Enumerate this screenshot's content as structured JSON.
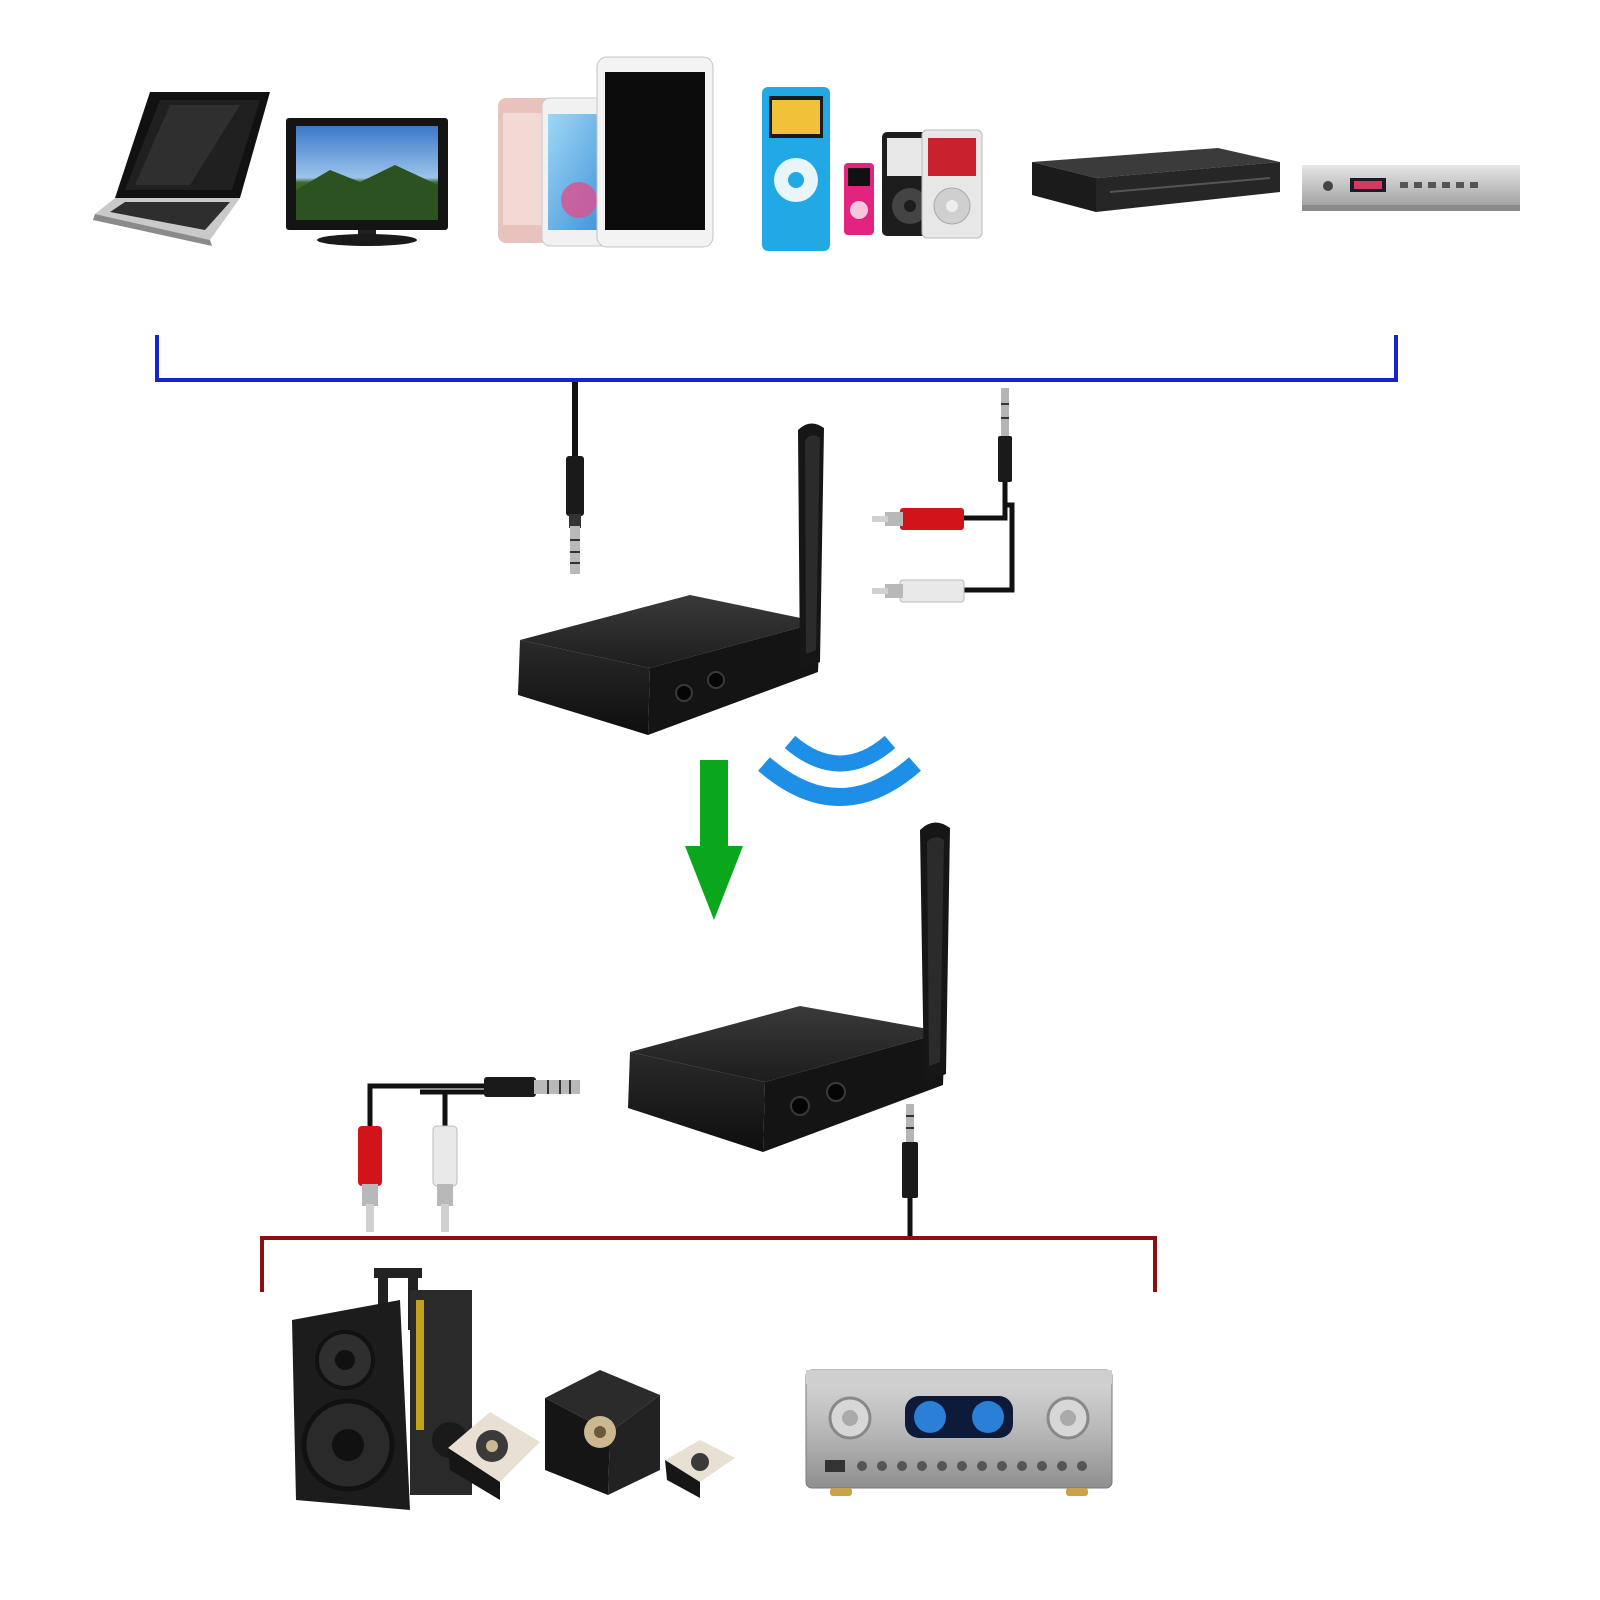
{
  "diagram": {
    "sources": [
      {
        "id": "laptop",
        "icon": "laptop-icon"
      },
      {
        "id": "tv",
        "icon": "tv-monitor-icon"
      },
      {
        "id": "phones-tablet",
        "icon": "smartphone-tablet-icon"
      },
      {
        "id": "mp3-players",
        "icon": "music-player-icon"
      },
      {
        "id": "dvd-player",
        "icon": "disc-player-icon"
      },
      {
        "id": "set-top-box",
        "icon": "set-top-box-icon"
      }
    ],
    "transmitter": {
      "icon": "wireless-transmitter-icon"
    },
    "receiver": {
      "icon": "wireless-receiver-icon"
    },
    "signal": {
      "icon": "wireless-signal-icon"
    },
    "flow_arrow": {
      "icon": "down-arrow-icon"
    },
    "outputs": [
      {
        "id": "speakers",
        "icon": "speaker-system-icon"
      },
      {
        "id": "amplifier",
        "icon": "amplifier-icon"
      }
    ],
    "colors": {
      "source_bracket": "#1525c8",
      "output_bracket": "#8b1010",
      "arrow": "#0aa61c",
      "signal": "#1e8fe6",
      "device_body": "#1b1b1b",
      "rca_red": "#d2141a",
      "rca_white": "#e9e9e9"
    }
  }
}
